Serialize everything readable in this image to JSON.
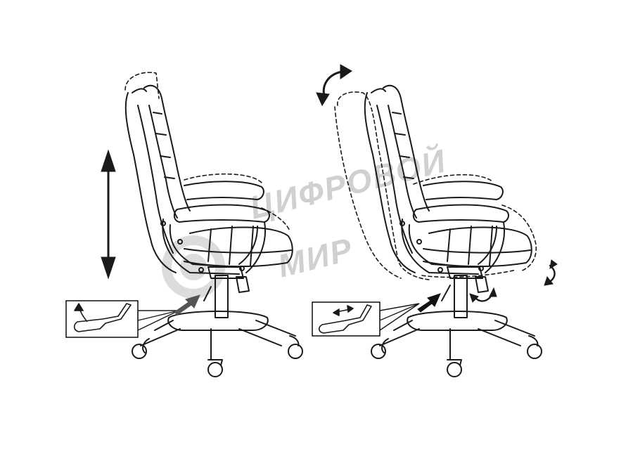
{
  "watermark": {
    "line1": "ЦИФРОВОЙ",
    "line2": "МИР",
    "color": "#d0d0d0"
  },
  "colors": {
    "ink": "#1a1a1a",
    "dashed": "#2a2a2a",
    "arrow": "#1a1a1a",
    "lever_arrow_left": "#555555",
    "lever_arrow_right": "#111111"
  },
  "panels": [
    {
      "id": "height-adjust",
      "icons": [
        "double-vertical-arrow-icon",
        "lever-lift-icon"
      ]
    },
    {
      "id": "tilt-adjust",
      "icons": [
        "curved-rotate-arrow-icon",
        "lever-push-pull-icon"
      ]
    }
  ]
}
